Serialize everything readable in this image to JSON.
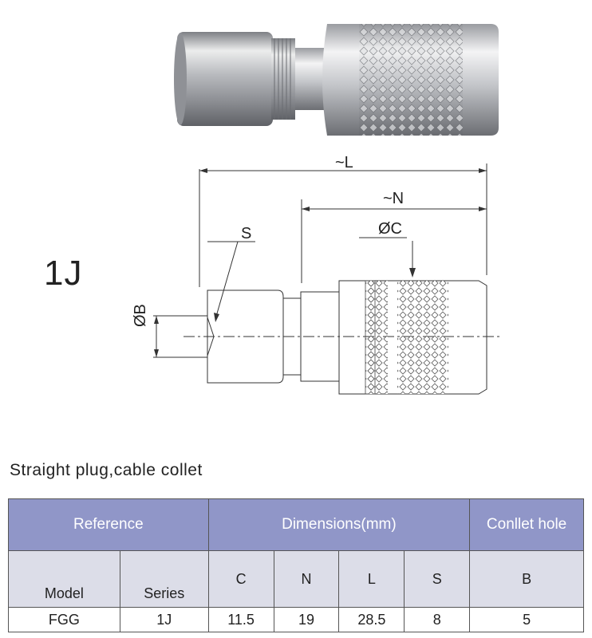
{
  "diagram": {
    "series_code": "1J",
    "dimension_labels": {
      "L": "~L",
      "N": "~N",
      "C": "ØC",
      "S": "S",
      "B": "ØB"
    }
  },
  "section_title": "Straight plug,cable collet",
  "table": {
    "group_headers": {
      "reference": "Reference",
      "dimensions": "Dimensions(mm)",
      "collet_hole": "Conllet hole"
    },
    "columns": {
      "model": "Model",
      "series": "Series",
      "c": "C",
      "n": "N",
      "l": "L",
      "s": "S",
      "b": "B"
    },
    "row": {
      "model": "FGG",
      "series": "1J",
      "c": "11.5",
      "n": "19",
      "l": "28.5",
      "s": "8",
      "b": "5"
    }
  },
  "colors": {
    "header_bg": "#9096c8",
    "subheader_bg": "#dcdde8",
    "metal": "#c8c9cc"
  }
}
